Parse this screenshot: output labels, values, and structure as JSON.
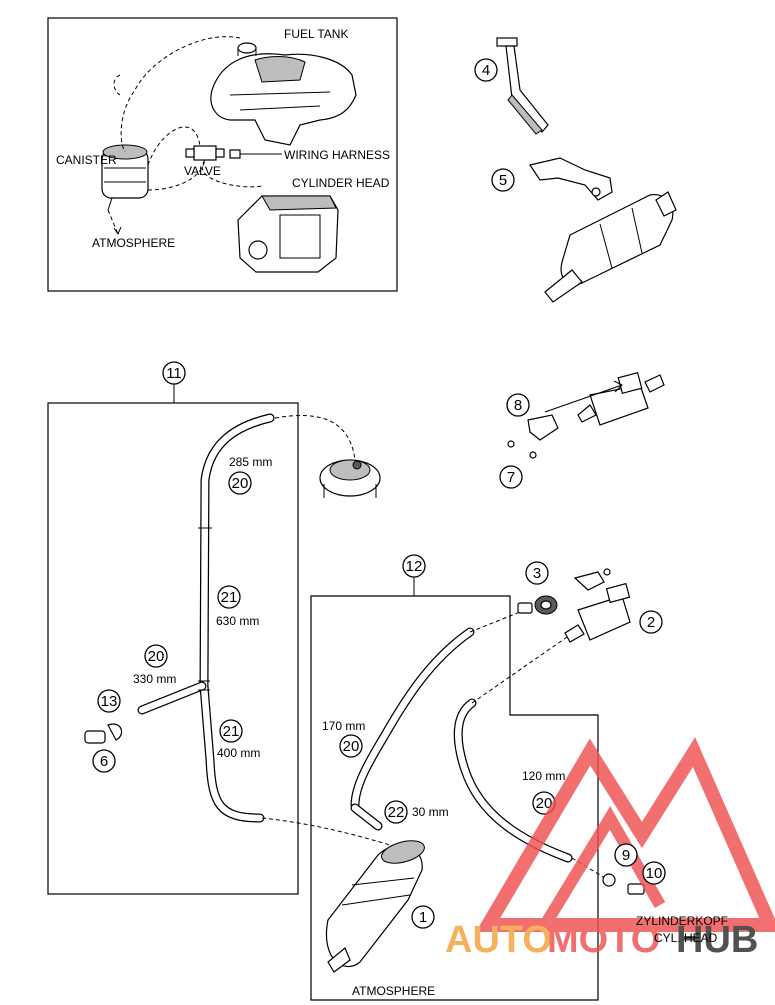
{
  "overview": {
    "fuel_tank": "FUEL TANK",
    "canister": "CANISTER",
    "wiring_harness": "WIRING HARNESS",
    "valve": "VALVE",
    "cylinder_head": "CYLINDER HEAD",
    "atmosphere": "ATMOSPHERE"
  },
  "callouts": {
    "n1": "1",
    "n2": "2",
    "n3": "3",
    "n4": "4",
    "n5": "5",
    "n6": "6",
    "n7": "7",
    "n8": "8",
    "n9": "9",
    "n10": "10",
    "n11": "11",
    "n12": "12",
    "n13": "13",
    "n20a": "20",
    "n20b": "20",
    "n20c": "20",
    "n20d": "20",
    "n21a": "21",
    "n21b": "21",
    "n22": "22"
  },
  "lengths": {
    "l285": "285 mm",
    "l630": "630 mm",
    "l330": "330 mm",
    "l400": "400 mm",
    "l170": "170 mm",
    "l30": "30 mm",
    "l120": "120 mm"
  },
  "labels": {
    "zylinderkopf": "ZYLINDERKOPF",
    "cyl_head": "CYL. HEAD",
    "atmosphere_bottom": "ATMOSPHERE"
  },
  "watermark": {
    "part1": "AUTO",
    "part2": "MOTO",
    "part3": "HUB",
    "color_red": "#f05050",
    "color_orange": "#f5a03c",
    "color_black": "#2b2b2b"
  }
}
